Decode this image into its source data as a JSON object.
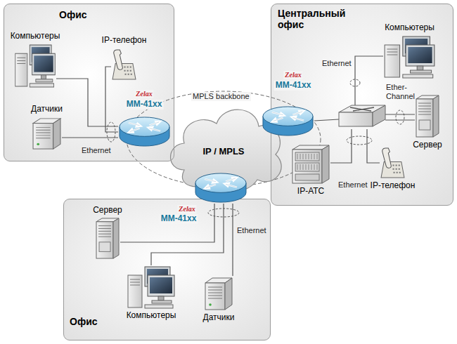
{
  "diagram": {
    "nodes": [
      {
        "text": [
          "Офис"
        ]
      },
      {
        "text": [
          "Компьютеры"
        ],
        "in": 0
      },
      {
        "text": [
          "IP-телефон"
        ],
        "in": 0
      },
      {
        "text": [
          "Датчики"
        ],
        "in": 0
      },
      {
        "text": [
          "Zelax",
          "MM-41xx"
        ],
        "in": 0
      },
      {
        "text": [
          "Центральный офис"
        ]
      },
      {
        "text": [
          "Zelax",
          "MM-41xx"
        ],
        "in": 5
      },
      {
        "text": [
          "Компьютеры"
        ],
        "in": 5
      },
      {
        "text": [
          "Сервер"
        ],
        "in": 5
      },
      {
        "text": [
          "IP-АТС"
        ],
        "in": 5
      },
      {
        "text": [
          "IP-телефон"
        ],
        "in": 5
      },
      {
        "text": [
          "IP / MPLS"
        ]
      },
      {
        "text": [
          "Офис"
        ]
      },
      {
        "text": [
          "Zelax",
          "MM-41xx"
        ],
        "in": 12
      },
      {
        "text": [
          "Сервер"
        ],
        "in": 12
      },
      {
        "text": [
          "Компьютеры"
        ],
        "in": 12
      },
      {
        "text": [
          "Датчики"
        ],
        "in": 12
      }
    ],
    "edges": [
      {
        "from": 1,
        "to": 4,
        "arrow": "none"
      },
      {
        "from": 2,
        "to": 4,
        "arrow": "none"
      },
      {
        "from": 3,
        "to": 4,
        "arrow": "none"
      },
      {
        "from": 13,
        "to": 14,
        "arrow": "none"
      },
      {
        "from": 13,
        "to": 15,
        "arrow": "none"
      },
      {
        "from": 13,
        "to": 16,
        "arrow": "none"
      }
    ],
    "labels": [
      "MPLS backbone",
      "Ethernet",
      "Ethernet",
      "Ether-Channel",
      "Ethernet",
      "Ethernet"
    ]
  }
}
